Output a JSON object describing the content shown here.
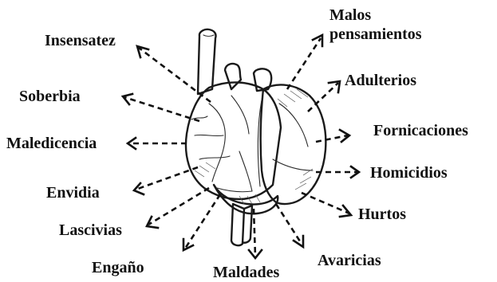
{
  "labels": {
    "malos": "Malos",
    "pensamientos": "pensamientos",
    "adulterios": "Adulterios",
    "fornicaciones": "Fornicaciones",
    "homicidios": "Homicidios",
    "hurtos": "Hurtos",
    "avaricias": "Avaricias",
    "maldades": "Maldades",
    "engano": "Engaño",
    "lascivias": "Lascivias",
    "envidia": "Envidia",
    "maledicencia": "Maledicencia",
    "soberbia": "Soberbia",
    "insensatez": "Insensatez"
  }
}
